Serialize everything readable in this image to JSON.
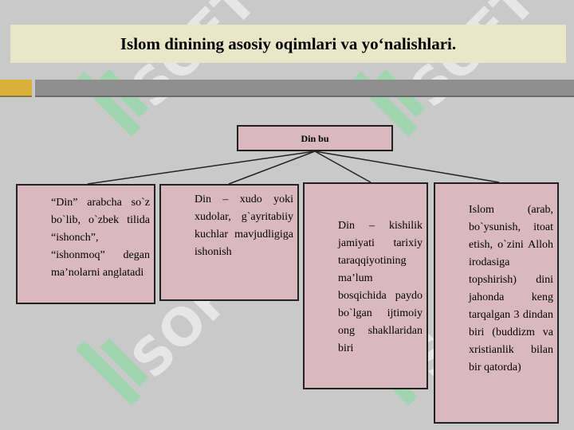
{
  "title": "Islom dinining asosiy oqimlari va yo‘nalishlari.",
  "watermark_text": "SOFT",
  "colors": {
    "title_band": "#eae6c8",
    "background": "#c9c9c9",
    "box_fill": "#d9b9bf",
    "accent_gold": "#d8b13a",
    "accent_gray": "#8f8f8f"
  },
  "diagram": {
    "root": {
      "label": "Din bu"
    },
    "children": [
      {
        "text": "“Din” arabcha so`z bo`lib, o`zbek tilida “ishonch”, “ishonmoq” degan ma’nolarni anglatadi"
      },
      {
        "text": "Din – xudo yoki xudolar, g`ayritabiiy kuchlar mavjudligiga ishonish"
      },
      {
        "text": "Din – kishilik jamiyati tarixiy taraqqiyotining ma’lum bosqichida paydo bo`lgan ijtimoiy ong shakllaridan biri"
      },
      {
        "text": "Islom (arab, bo`ysunish, itoat etish, o`zini Alloh irodasiga topshirish) dini jahonda keng tarqalgan 3 dindan biri (buddizm va xristianlik bilan bir qatorda)"
      }
    ]
  }
}
